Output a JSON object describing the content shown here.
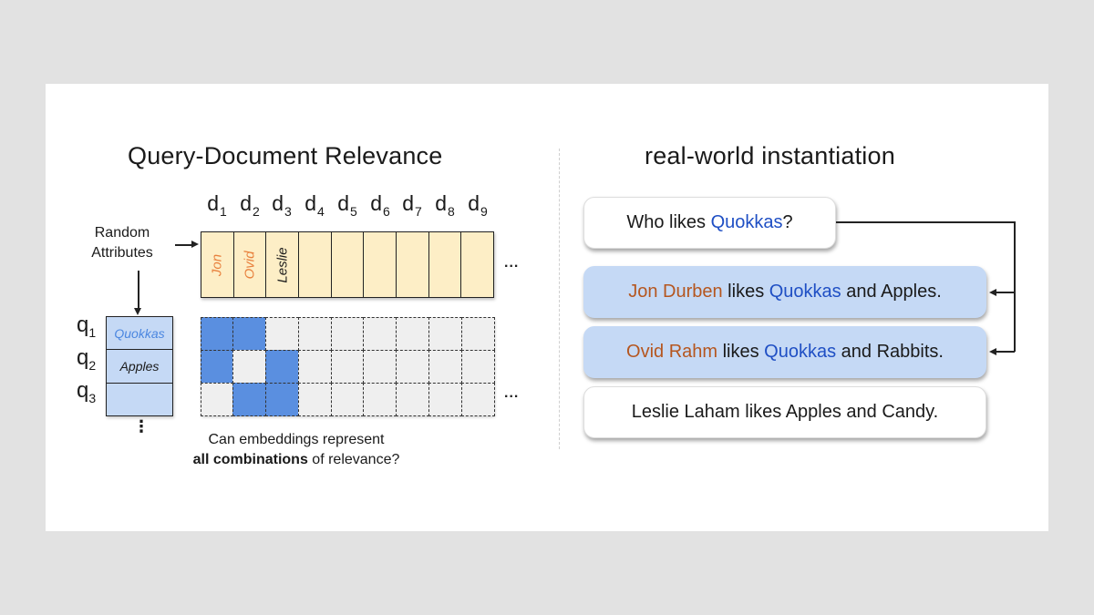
{
  "left_panel": {
    "title": "Query-Document Relevance",
    "side_label_line1": "Random",
    "side_label_line2": "Attributes",
    "documents": [
      {
        "label": "d",
        "sub": "1",
        "attribute": "Jon",
        "attribute_color": "#e8813e"
      },
      {
        "label": "d",
        "sub": "2",
        "attribute": "Ovid",
        "attribute_color": "#e8813e"
      },
      {
        "label": "d",
        "sub": "3",
        "attribute": "Leslie",
        "attribute_color": "#1a1a1a"
      },
      {
        "label": "d",
        "sub": "4",
        "attribute": ""
      },
      {
        "label": "d",
        "sub": "5",
        "attribute": ""
      },
      {
        "label": "d",
        "sub": "6",
        "attribute": ""
      },
      {
        "label": "d",
        "sub": "7",
        "attribute": ""
      },
      {
        "label": "d",
        "sub": "8",
        "attribute": ""
      },
      {
        "label": "d",
        "sub": "9",
        "attribute": ""
      }
    ],
    "queries": [
      {
        "label": "q",
        "sub": "1",
        "attribute": "Quokkas",
        "attribute_color": "#4a86e0"
      },
      {
        "label": "q",
        "sub": "2",
        "attribute": "Apples",
        "attribute_color": "#1a1a1a"
      },
      {
        "label": "q",
        "sub": "3",
        "attribute": ""
      }
    ],
    "relevance_matrix": [
      [
        1,
        1,
        0,
        0,
        0,
        0,
        0,
        0,
        0
      ],
      [
        1,
        0,
        1,
        0,
        0,
        0,
        0,
        0,
        0
      ],
      [
        0,
        1,
        1,
        0,
        0,
        0,
        0,
        0,
        0
      ]
    ],
    "doc_ellipsis": "...",
    "grid_ellipsis": "...",
    "query_ellipsis": "⋮",
    "caption_line1": "Can embeddings represent",
    "caption_bold": "all combinations",
    "caption_rest": " of relevance?",
    "colors": {
      "doc_fill": "#fdeec6",
      "query_fill": "#c5d9f5",
      "relevant_cell": "#5a8fe0",
      "irrelevant_cell": "#efefef"
    }
  },
  "right_panel": {
    "title": "real-world instantiation",
    "query_box": {
      "prefix": "Who likes ",
      "highlight": "Quokkas",
      "suffix": "?"
    },
    "documents": [
      {
        "name": "Jon Durben",
        "mid": " likes ",
        "highlight": "Quokkas",
        "rest": " and Apples.",
        "relevant": true
      },
      {
        "name": "Ovid Rahm",
        "mid": " likes ",
        "highlight": "Quokkas",
        "rest": " and Rabbits.",
        "relevant": true
      },
      {
        "text": "Leslie Laham likes Apples and Candy.",
        "relevant": false
      }
    ],
    "colors": {
      "name": "#b5561f",
      "highlight": "#1f4fc4",
      "relevant_fill": "#c5d9f5"
    }
  }
}
